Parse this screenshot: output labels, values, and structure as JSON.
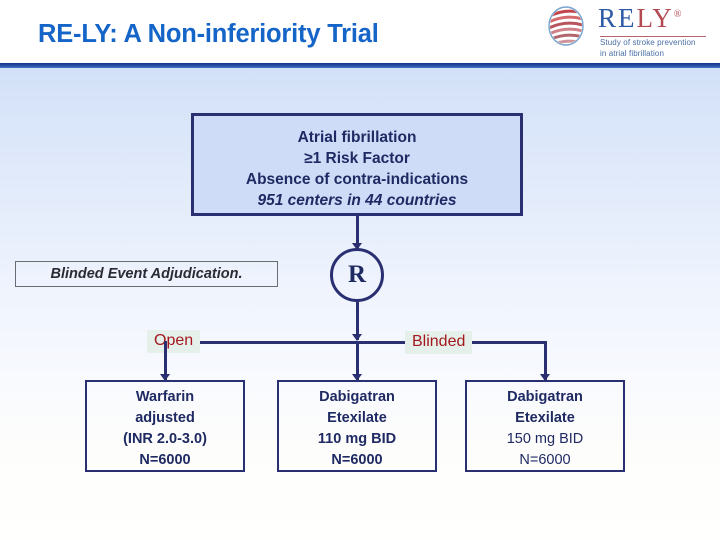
{
  "header": {
    "title": "RE-LY: A Non-inferiority Trial",
    "logo": {
      "word_re": "RE",
      "word_ly": "LY",
      "registered": "®",
      "tagline_line1": "Study of stroke prevention",
      "tagline_line2": "in atrial fibrillation"
    }
  },
  "diagram": {
    "eligibility": {
      "line1": "Atrial fibrillation",
      "line2": "≥1 Risk Factor",
      "line3": "Absence of contra-indications",
      "line4": "951 centers in 44 countries"
    },
    "adjudication_label": "Blinded Event Adjudication.",
    "randomization_label": "R",
    "branch_labels": {
      "open": "Open",
      "blinded": "Blinded"
    },
    "arms": [
      {
        "name": "warfarin-arm",
        "line1": "Warfarin",
        "line2": "adjusted",
        "line3": "(INR 2.0-3.0)",
        "line4": "N=6000"
      },
      {
        "name": "dabigatran-110-arm",
        "line1": "Dabigatran",
        "line2": "Etexilate",
        "line3": "110 mg BID",
        "line4": "N=6000"
      },
      {
        "name": "dabigatran-150-arm",
        "line1": "Dabigatran",
        "line2": "Etexilate",
        "line3": "150 mg BID",
        "line4": "N=6000"
      }
    ]
  },
  "colors": {
    "title_blue": "#1565c8",
    "navy": "#2a2f72",
    "box_fill": "#cedcf7",
    "label_red": "#a3181f",
    "label_bg": "#e6f0ea",
    "rule_blue": "#23499f"
  }
}
